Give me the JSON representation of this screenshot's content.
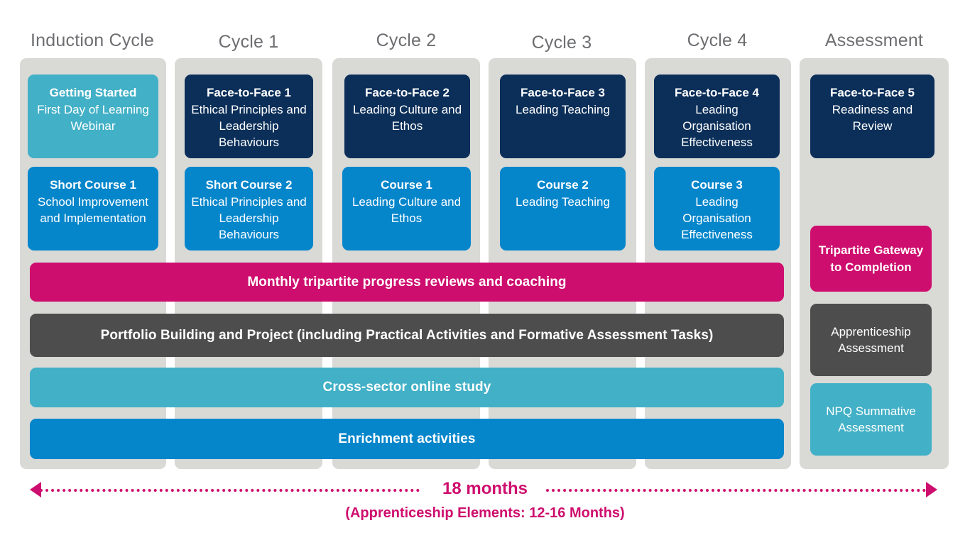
{
  "diagram": {
    "title_bar_colors": {
      "navy": "#0b2f59",
      "blue": "#0586cb",
      "teal": "#42b0c6",
      "pink": "#ce0e6e",
      "grey": "#4d4d4d",
      "panel": "#d9d9d6",
      "header_text": "#6d6e71"
    },
    "columns": [
      {
        "header": "Induction Cycle"
      },
      {
        "header": "Cycle 1"
      },
      {
        "header": "Cycle 2"
      },
      {
        "header": "Cycle 3"
      },
      {
        "header": "Cycle 4"
      },
      {
        "header": "Assessment"
      }
    ],
    "face_to_face_cards": [
      {
        "title": "Getting Started",
        "subtitle": "First Day of Learning Webinar",
        "color": "teal"
      },
      {
        "title": "Face-to-Face 1",
        "subtitle": "Ethical Principles and Leadership Behaviours",
        "color": "navy"
      },
      {
        "title": "Face-to-Face 2",
        "subtitle": "Leading Culture and Ethos",
        "color": "navy"
      },
      {
        "title": "Face-to-Face 3",
        "subtitle": "Leading Teaching",
        "color": "navy"
      },
      {
        "title": "Face-to-Face 4",
        "subtitle": "Leading Organisation Effectiveness",
        "color": "navy"
      },
      {
        "title": "Face-to-Face 5",
        "subtitle": "Readiness and Review",
        "color": "navy"
      }
    ],
    "course_cards": [
      {
        "title": "Short Course 1",
        "subtitle": "School Improvement and Implementation",
        "color": "blue"
      },
      {
        "title": "Short Course 2",
        "subtitle": "Ethical Principles and Leadership Behaviours",
        "color": "blue"
      },
      {
        "title": "Course 1",
        "subtitle": "Leading Culture and Ethos",
        "color": "blue"
      },
      {
        "title": "Course 2",
        "subtitle": "Leading Teaching",
        "color": "blue"
      },
      {
        "title": "Course 3",
        "subtitle": "Leading Organisation Effectiveness",
        "color": "blue"
      }
    ],
    "assessment_cards": [
      {
        "label": "Tripartite Gateway to Completion",
        "color": "pink"
      },
      {
        "label": "Apprenticeship Assessment",
        "color": "grey"
      },
      {
        "label": "NPQ Summative Assessment",
        "color": "teal"
      }
    ],
    "bars": [
      {
        "label": "Monthly tripartite progress reviews and coaching",
        "color": "pink"
      },
      {
        "label": "Portfolio Building and Project (including Practical Activities and Formative Assessment Tasks)",
        "color": "grey"
      },
      {
        "label": "Cross-sector online study",
        "color": "teal"
      },
      {
        "label": "Enrichment activities",
        "color": "blue"
      }
    ],
    "timeline": {
      "duration": "18 months",
      "sub_note": "(Apprenticeship Elements: 12-16 Months)",
      "arrow_left_icon": "arrow-left-icon",
      "arrow_right_icon": "arrow-right-icon",
      "color": "#ce0e6e"
    }
  }
}
